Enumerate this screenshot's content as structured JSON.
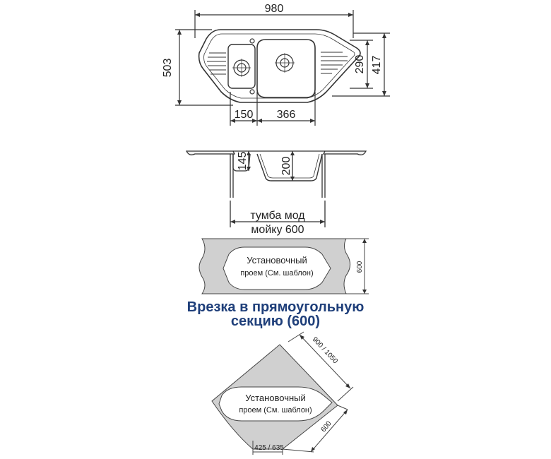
{
  "dimensions": {
    "top_width": "980",
    "depth": "503",
    "bowl_depth": "290",
    "inner_depth": "417",
    "small_bowl_width": "150",
    "main_bowl_width": "366",
    "small_bowl_height": "145",
    "main_bowl_height": "200",
    "cabinet_label_line1": "тумба мод",
    "cabinet_label_line2": "мойку 600"
  },
  "rect_section": {
    "cutout_label_line1": "Установочный",
    "cutout_label_line2": "проем (См. шаблон)",
    "depth": "600"
  },
  "caption": {
    "line1": "Врезка в прямоугольную",
    "line2": "секцию (600)"
  },
  "corner_section": {
    "cutout_label_line1": "Установочный",
    "cutout_label_line2": "проем (См. шаблон)",
    "diagonal": "900 / 1050",
    "side_depth": "600",
    "bottom_width": "425 / 635"
  },
  "colors": {
    "line": "#333333",
    "countertop_fill": "#d0d0d0",
    "caption": "#1f3f7a"
  }
}
